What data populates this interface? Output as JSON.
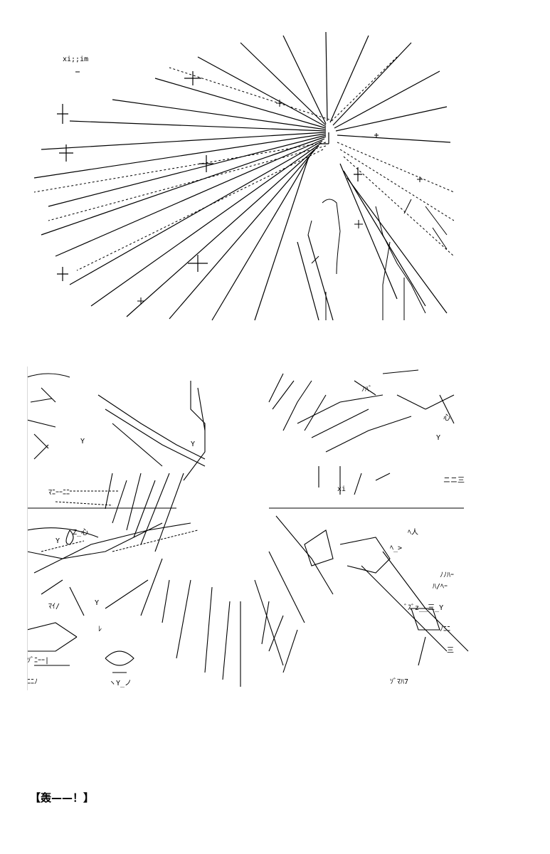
{
  "panels": {
    "top": {
      "description_label": ""
    },
    "bottom": {
      "labels": {
        "a": "xi;;im",
        "b": "Y",
        "c": "Y",
        "d": "Y",
        "e": "Y",
        "f": "Z_心",
        "g": "ﾏｲ/",
        "h": "ﾏﾆｰｰﾆﾆ",
        "i": "ｿﾞﾆｰｰ|",
        "j": "ﾆﾆﾉ",
        "k": "ヽY_ノ",
        "l": "ﾚ"
      },
      "right_labels": {
        "a": "ﾉﾊﾞ",
        "b": "心",
        "c": "Y",
        "d": "xi",
        "e": "ニニ三",
        "f": "ﾍ人",
        "g": "ﾍ_>",
        "h": "ﾉﾉﾊｰ",
        "i": "ﾊ/ﾍｰ",
        "j": "ﾞｽﾞz__三_Y",
        "k": "ﾉﾆﾆ",
        "l": "三",
        "m": "ｿﾞﾏﾊ7"
      }
    }
  },
  "caption": "【轰——！】"
}
